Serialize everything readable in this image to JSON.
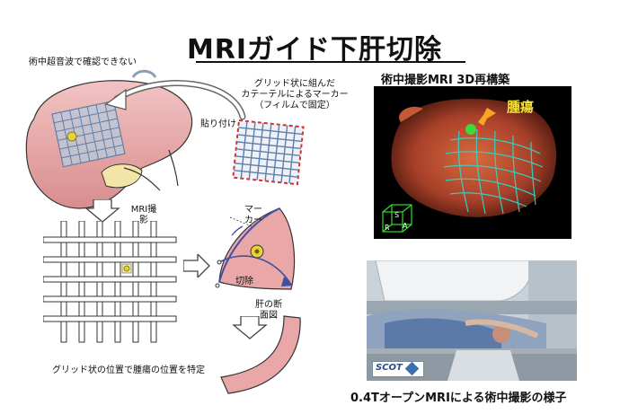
{
  "title": "MRIガイド下肝切除",
  "labels": {
    "ultrasound_note": "術中超音波で確認できない",
    "marker_line1": "グリッド状に組んだ",
    "marker_line2": "カテーテルによるマーカー",
    "marker_line3": "（フィルムで固定）",
    "attach": "貼り付け",
    "mri_scan_line1": "MRI撮",
    "mri_scan_line2": "影",
    "grid_caption": "グリッド状の位置で腫瘍の位置を特定",
    "marker_side_line1": "マー",
    "marker_side_line2": "カー",
    "resection": "切除",
    "cross_section_line1": "肝の断",
    "cross_section_line2": "面図"
  },
  "mri_panel": {
    "title": "術中撮影MRI 3D再構築",
    "tumor_label": "腫瘍",
    "cube_letters": [
      "S",
      "R",
      "A"
    ]
  },
  "photo_panel": {
    "logo_text": "SCOT",
    "caption": "0.4TオープンMRIによる術中撮影の様子"
  },
  "colors": {
    "liver": "#e8a9a9",
    "grid_blue": "#5f7fa8",
    "tumor_yellow": "#e6d23a",
    "arrow_blue": "#3f4fa3",
    "marker_red": "#d33030",
    "mri_bg": "#000000",
    "mri_grid": "#35d4c4"
  }
}
